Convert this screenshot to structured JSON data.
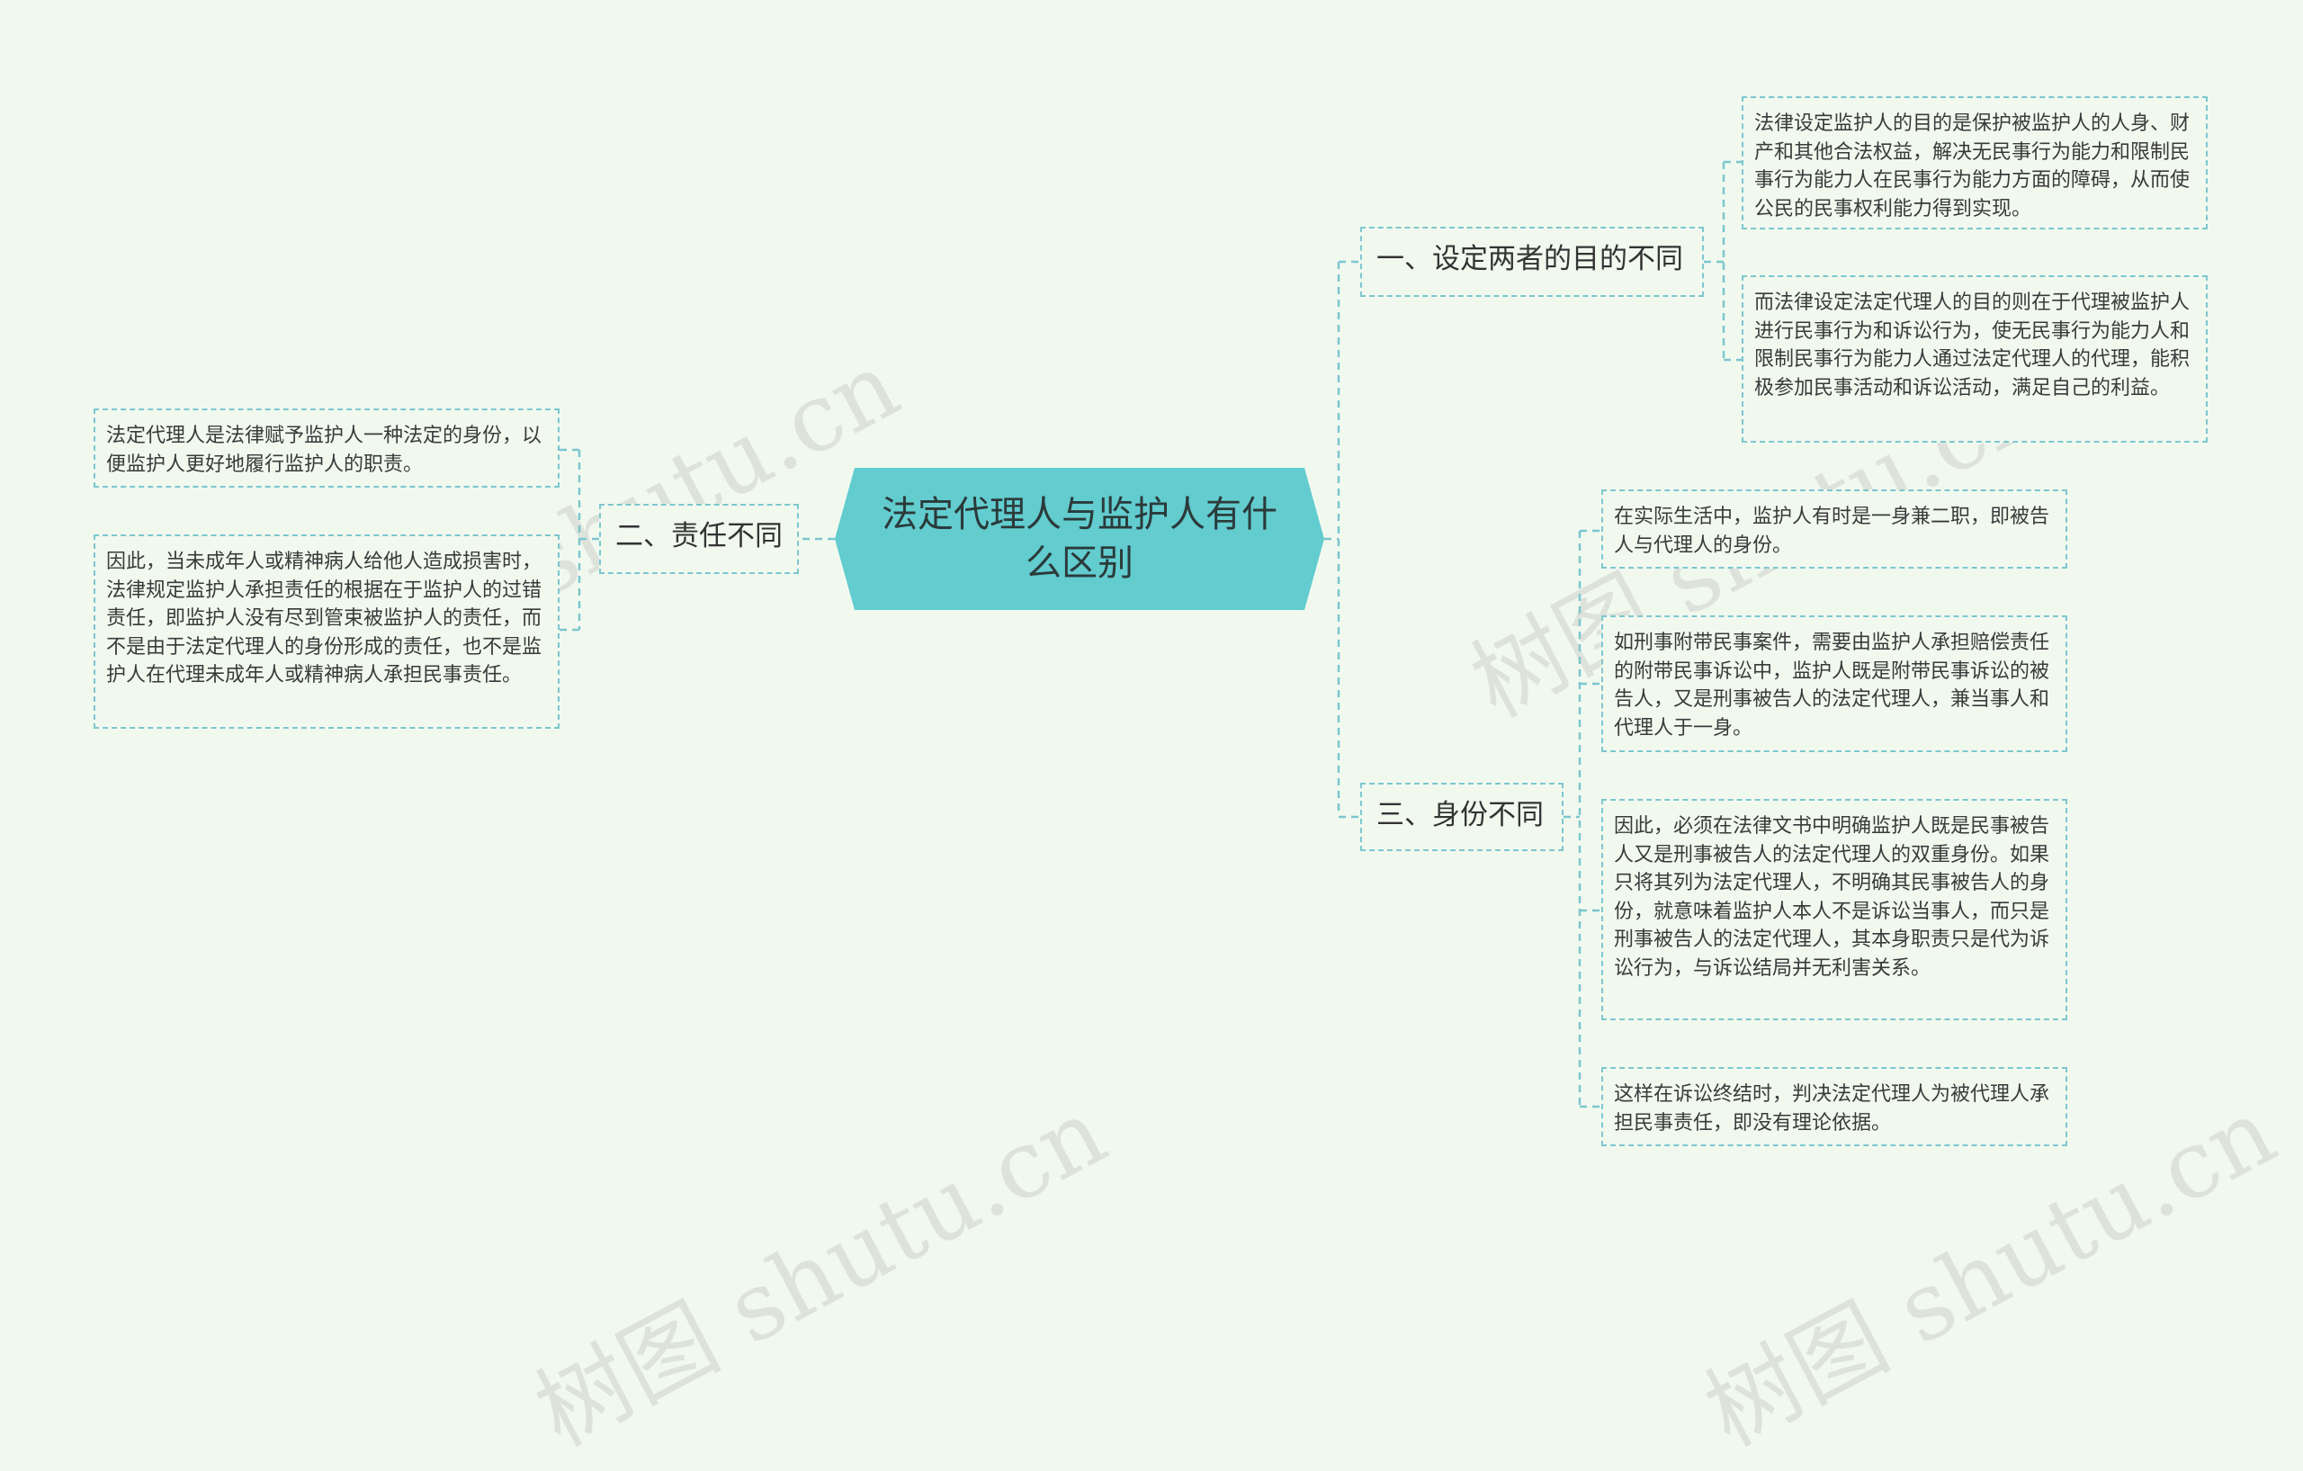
{
  "watermark": "树图 shutu.cn",
  "colors": {
    "background": "#f1f9ef",
    "root_fill": "#62cccf",
    "connector": "#7cc6cf"
  },
  "root": {
    "title": "法定代理人与监护人有什么区别"
  },
  "branches": [
    {
      "label": "一、设定两者的目的不同",
      "leaves": [
        "法律设定监护人的目的是保护被监护人的人身、财产和其他合法权益，解决无民事行为能力和限制民事行为能力人在民事行为能力方面的障碍，从而使公民的民事权利能力得到实现。",
        "而法律设定法定代理人的目的则在于代理被监护人进行民事行为和诉讼行为，使无民事行为能力人和限制民事行为能力人通过法定代理人的代理，能积极参加民事活动和诉讼活动，满足自己的利益。"
      ]
    },
    {
      "label": "二、责任不同",
      "leaves": [
        "法定代理人是法律赋予监护人一种法定的身份，以便监护人更好地履行监护人的职责。",
        "因此，当未成年人或精神病人给他人造成损害时，法律规定监护人承担责任的根据在于监护人的过错责任，即监护人没有尽到管束被监护人的责任，而不是由于法定代理人的身份形成的责任，也不是监护人在代理未成年人或精神病人承担民事责任。"
      ]
    },
    {
      "label": "三、身份不同",
      "leaves": [
        "在实际生活中，监护人有时是一身兼二职，即被告人与代理人的身份。",
        "如刑事附带民事案件，需要由监护人承担赔偿责任的附带民事诉讼中，监护人既是附带民事诉讼的被告人，又是刑事被告人的法定代理人，兼当事人和代理人于一身。",
        "因此，必须在法律文书中明确监护人既是民事被告人又是刑事被告人的法定代理人的双重身份。如果只将其列为法定代理人，不明确其民事被告人的身份，就意味着监护人本人不是诉讼当事人，而只是刑事被告人的法定代理人，其本身职责只是代为诉讼行为，与诉讼结局并无利害关系。",
        "这样在诉讼终结时，判决法定代理人为被代理人承担民事责任，即没有理论依据。"
      ]
    }
  ]
}
